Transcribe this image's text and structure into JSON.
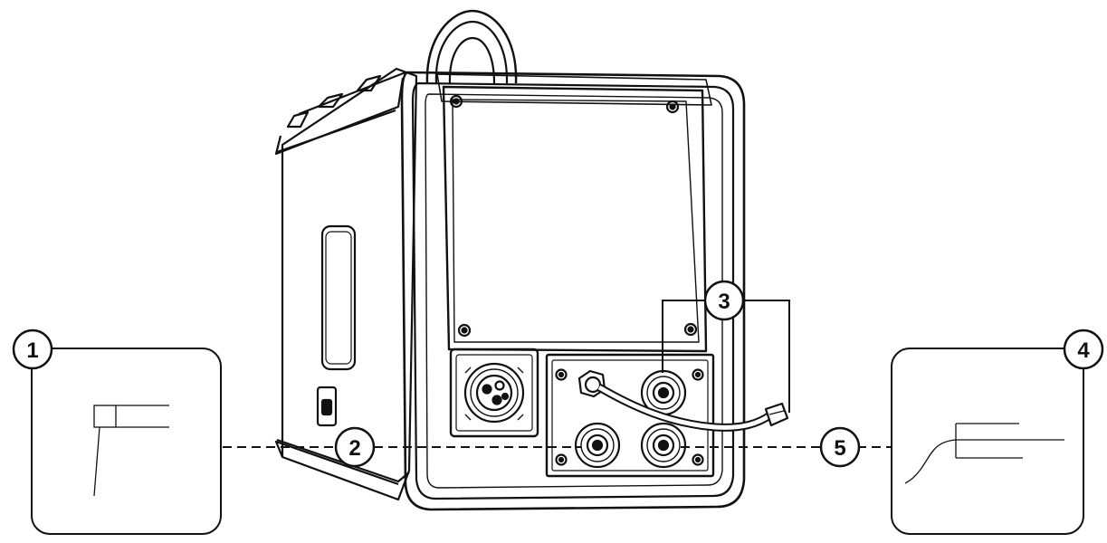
{
  "callouts": [
    {
      "label": "1",
      "part": "torch"
    },
    {
      "label": "2",
      "part": "lower-left-socket"
    },
    {
      "label": "3",
      "part": "upper-right-socket-and-gas-hose"
    },
    {
      "label": "4",
      "part": "ground-clamp-cable"
    },
    {
      "label": "5",
      "part": "lower-right-socket"
    }
  ],
  "colors": {
    "line": "#111111",
    "background": "#ffffff"
  }
}
